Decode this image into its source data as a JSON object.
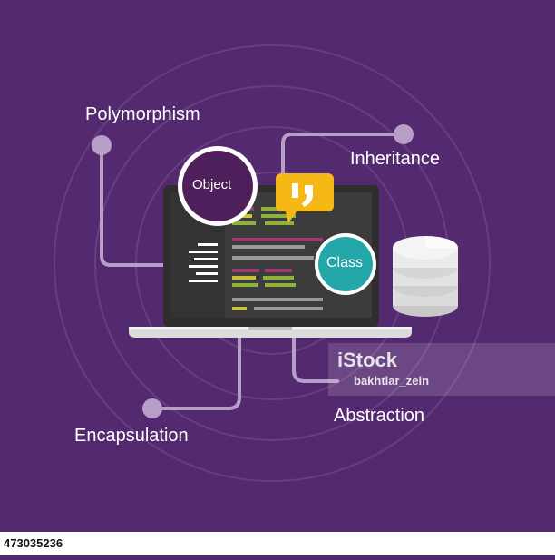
{
  "concepts": {
    "polymorphism": "Polymorphism",
    "inheritance": "Inheritance",
    "encapsulation": "Encapsulation",
    "abstraction": "Abstraction"
  },
  "bubbles": {
    "object": "Object",
    "class": "Class"
  },
  "watermark": {
    "brand": "iStock",
    "credit": "bakhtiar_zein"
  },
  "footer": {
    "image_id": "473035236"
  },
  "colors": {
    "background": "#532a6f",
    "connector": "#b69ec6",
    "laptop_frame": "#2e2e2e",
    "screen": "#3c3c3c",
    "object_bubble": "#4f1f5b",
    "class_bubble": "#24a7a9",
    "quote_bubble": "#f6b817"
  },
  "icons": [
    "quote-icon",
    "database-icon",
    "laptop-icon"
  ]
}
